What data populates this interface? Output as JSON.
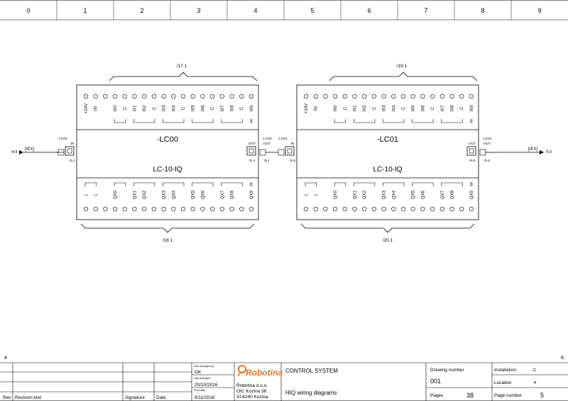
{
  "columns": [
    "0",
    "1",
    "2",
    "3",
    "4",
    "5",
    "6",
    "7",
    "8",
    "9"
  ],
  "sheet_marks": {
    "left": "4",
    "right": "6"
  },
  "signal": {
    "name": "[IEX]",
    "in_ref": "/4.9",
    "out_ref": "/6.0"
  },
  "modules": [
    {
      "name": "-LC00",
      "type": "LC-10-IQ",
      "top_ref": "/17.1",
      "bottom_ref": "/18.1",
      "top_pins": [
        "+24V",
        "0V",
        "",
        "IX0",
        "C",
        "IX1",
        "IX2",
        "C",
        "IX3",
        "IX4",
        "C",
        "IX5",
        "IX6",
        "C",
        "IX7",
        "IX8",
        "C",
        "IX9"
      ],
      "bottom_pins": [
        "L",
        "L",
        "",
        "QX0",
        "",
        "QX1",
        "QX2",
        "",
        "QX3",
        "QX4",
        "",
        "QX5",
        "QX6",
        "",
        "QX7",
        "QX8",
        "",
        "QX9"
      ],
      "in_port": {
        "tag": "-LC00",
        "label": "IN",
        "ref": "/5.1"
      },
      "out_port": {
        "tag": "-LC00",
        "label": "OUT",
        "ref": "/5.1",
        "inner_ref": "/5.4"
      }
    },
    {
      "name": "-LC01",
      "type": "LC-10-IQ",
      "top_ref": "/19.1",
      "bottom_ref": "/20.1",
      "top_pins": [
        "+24V",
        "0V",
        "",
        "IX0",
        "C",
        "IX1",
        "IX2",
        "C",
        "IX3",
        "IX4",
        "C",
        "IX5",
        "IX6",
        "C",
        "IX7",
        "IX8",
        "C",
        "IX9"
      ],
      "bottom_pins": [
        "L",
        "L",
        "",
        "QX0",
        "",
        "QX1",
        "QX2",
        "",
        "QX3",
        "QX4",
        "",
        "QX5",
        "QX6",
        "",
        "QX7",
        "QX8",
        "",
        "QX9"
      ],
      "in_port": {
        "tag": "-LC01",
        "label": "IN",
        "ref": "/5.5",
        "inner_ref": "/5.5"
      },
      "out_port": {
        "tag": "-LC01",
        "label": "OUT",
        "ref": "/5.5",
        "inner_ref": "/5.8"
      }
    }
  ],
  "title_block": {
    "rev_label": "Rev",
    "rev_text_label": "Revision text",
    "signature_label": "Signature",
    "date_label": "Date",
    "last_changed_by_label": "Last changed by",
    "last_changed_by": "GK",
    "last_changed_label": "Last changed",
    "last_changed": "20/10/2016",
    "print_date_label": "Print date",
    "print_date": "9/11/2016",
    "logo_text": "Robotina",
    "company": [
      "Robotina d.o.o.",
      "OIC Kozina 38",
      "SI-6240 Kozina"
    ],
    "title": "CONTROL SYSTEM",
    "subtitle": "HIQ wiring diagrams",
    "drawing_number_label": "Drawing number",
    "drawing_number": "001",
    "pages_label": "Pages",
    "pages": "38",
    "installation_label": "Installation",
    "installation": "=",
    "location_label": "Location",
    "location": "+",
    "page_number_label": "Page number",
    "page_number": "5"
  }
}
